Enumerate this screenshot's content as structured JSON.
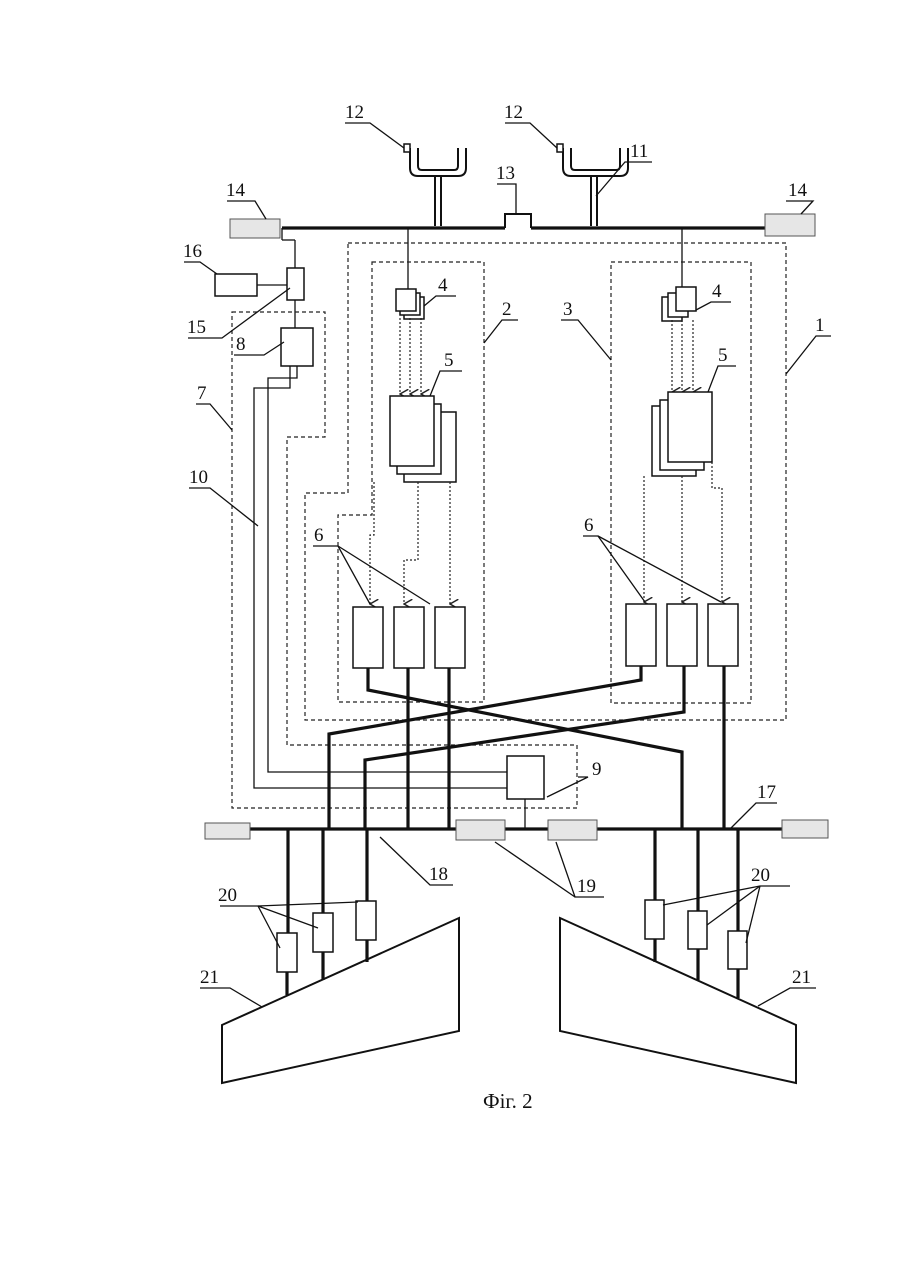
{
  "figure": {
    "caption": "Фіг. 2",
    "labels": {
      "l1": "1",
      "l2": "2",
      "l3": "3",
      "l4a": "4",
      "l4b": "4",
      "l5a": "5",
      "l5b": "5",
      "l6a": "6",
      "l6b": "6",
      "l7": "7",
      "l8": "8",
      "l9": "9",
      "l10": "10",
      "l11": "11",
      "l12a": "12",
      "l12b": "12",
      "l13": "13",
      "l14a": "14",
      "l14b": "14",
      "l15": "15",
      "l16": "16",
      "l17": "17",
      "l18": "18",
      "l19": "19",
      "l20a": "20",
      "l20b": "20",
      "l21a": "21",
      "l21b": "21"
    }
  }
}
